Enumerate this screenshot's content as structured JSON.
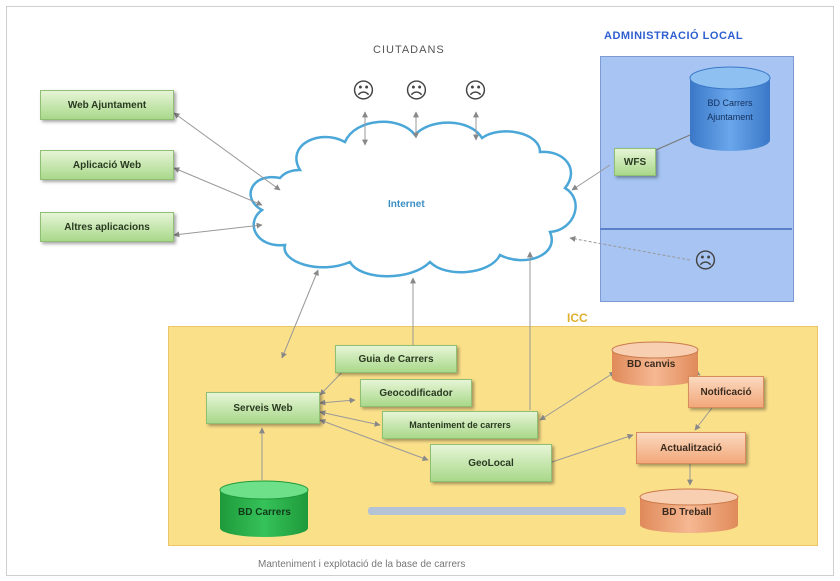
{
  "ciutadans": "CIUTADANS",
  "admin": {
    "title": "ADMINISTRACIÓ LOCAL",
    "db": "BD Carrers Ajuntament",
    "wfs": "WFS"
  },
  "external_apps": [
    "Web Ajuntament",
    "Aplicació Web",
    "Altres aplicacions"
  ],
  "internet": "Internet",
  "icc": {
    "title": "ICC",
    "guia": "Guia de Carrers",
    "geocod": "Geocodificador",
    "manteniment": "Manteniment de carrers",
    "serveis": "Serveis Web",
    "geolocal": "GeoLocal",
    "bd_carrers": "BD Carrers",
    "bd_canvis": "BD canvis",
    "notificacio": "Notificació",
    "actualitzacio": "Actualització",
    "bd_treball": "BD Treball"
  },
  "caption": "Manteniment i explotació de la base de carrers",
  "colors": {
    "admin_fill": "#a7c4f2",
    "icc_fill": "#fbe08a",
    "cloud_stroke": "#4aa7d8",
    "title_blue": "#2f5fd0"
  }
}
